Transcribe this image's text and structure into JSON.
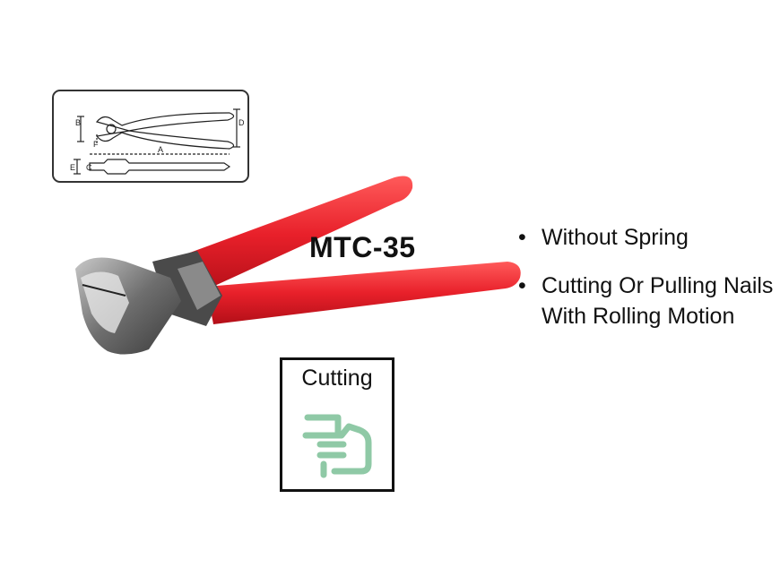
{
  "product": {
    "model": "MTC-35"
  },
  "diagram": {
    "dimension_labels": [
      "B",
      "D",
      "F",
      "A",
      "E",
      "C"
    ]
  },
  "features": [
    "Without  Spring",
    "Cutting Or Pulling Nails With Rolling Motion"
  ],
  "function_box": {
    "label": "Cutting",
    "icon": "cutting-hand-icon",
    "icon_color": "#8fc9a6"
  },
  "colors": {
    "handle": "#e8202a",
    "steel": "#7a7a7a"
  }
}
